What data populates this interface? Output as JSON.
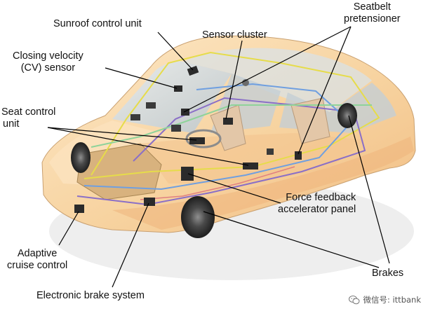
{
  "labels": {
    "sunroof": "Sunroof control unit",
    "sensor_cluster": "Sensor cluster",
    "seatbelt_1": "Seatbelt",
    "seatbelt_2": "pretensioner",
    "cv_1": "Closing velocity",
    "cv_2": "(CV) sensor",
    "seat_1": "Seat control",
    "seat_2": "unit",
    "force_1": "Force feedback",
    "force_2": "accelerator panel",
    "acc_1": "Adaptive",
    "acc_2": "cruise control",
    "brakes": "Brakes",
    "ebs": "Electronic brake system"
  },
  "watermark": {
    "text": "微信号: ittbank",
    "icon": "wechat-icon"
  },
  "colors": {
    "body": "#f7d6a6",
    "body_light": "#fde8c7",
    "glass": "#cdd6dc",
    "wire_purple": "#8a6fc7",
    "wire_yellow": "#e9e36a",
    "wire_blue": "#6f9fe0",
    "wire_green": "#8fd39a"
  }
}
